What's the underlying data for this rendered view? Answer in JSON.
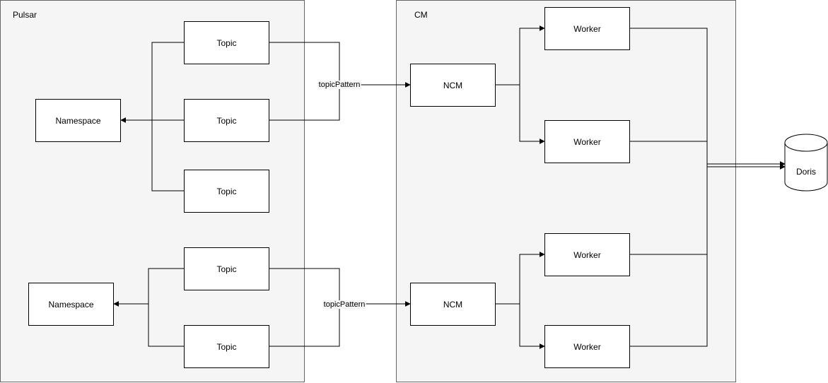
{
  "groups": {
    "pulsar": {
      "label": "Pulsar"
    },
    "cm": {
      "label": "CM"
    }
  },
  "pulsar": {
    "cluster1": {
      "topics": [
        "Topic",
        "Topic",
        "Topic"
      ],
      "namespace": "Namespace"
    },
    "cluster2": {
      "topics": [
        "Topic",
        "Topic"
      ],
      "namespace": "Namespace"
    }
  },
  "connections": {
    "upper_label": "topicPattern",
    "lower_label": "topicPattern"
  },
  "cm": {
    "ncm_upper": "NCM",
    "ncm_lower": "NCM",
    "workers": [
      "Worker",
      "Worker",
      "Worker",
      "Worker"
    ]
  },
  "database": {
    "label": "Doris"
  },
  "colors": {
    "group_fill": "#f5f5f5",
    "group_border": "#666666",
    "node_border": "#000000"
  }
}
